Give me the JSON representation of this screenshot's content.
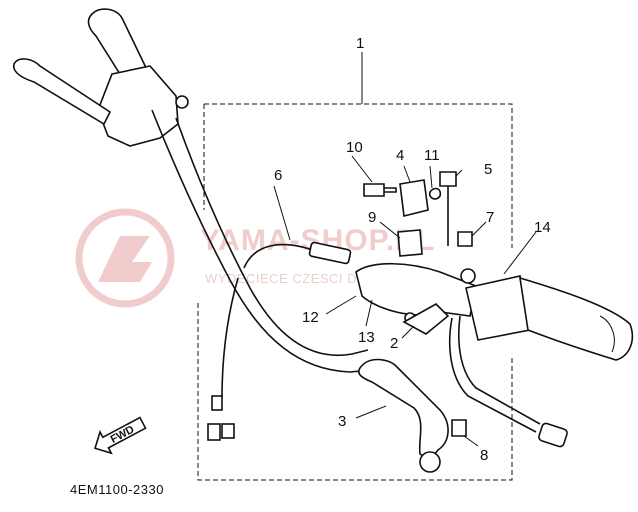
{
  "callouts": {
    "p1": "1",
    "p2": "2",
    "p3": "3",
    "p4": "4",
    "p5": "5",
    "p6": "6",
    "p7": "7",
    "p8": "8",
    "p9": "9",
    "p10": "10",
    "p11": "11",
    "p12": "12",
    "p13": "13",
    "p14": "14"
  },
  "direction_label": "FWD",
  "diagram_code": "4EM1100-2330",
  "watermark": {
    "brand": "YAMA-SHOP.PL",
    "tagline": "WYDECIECE CZESCI DO YAMAHA",
    "color": "#e6a3a3"
  }
}
